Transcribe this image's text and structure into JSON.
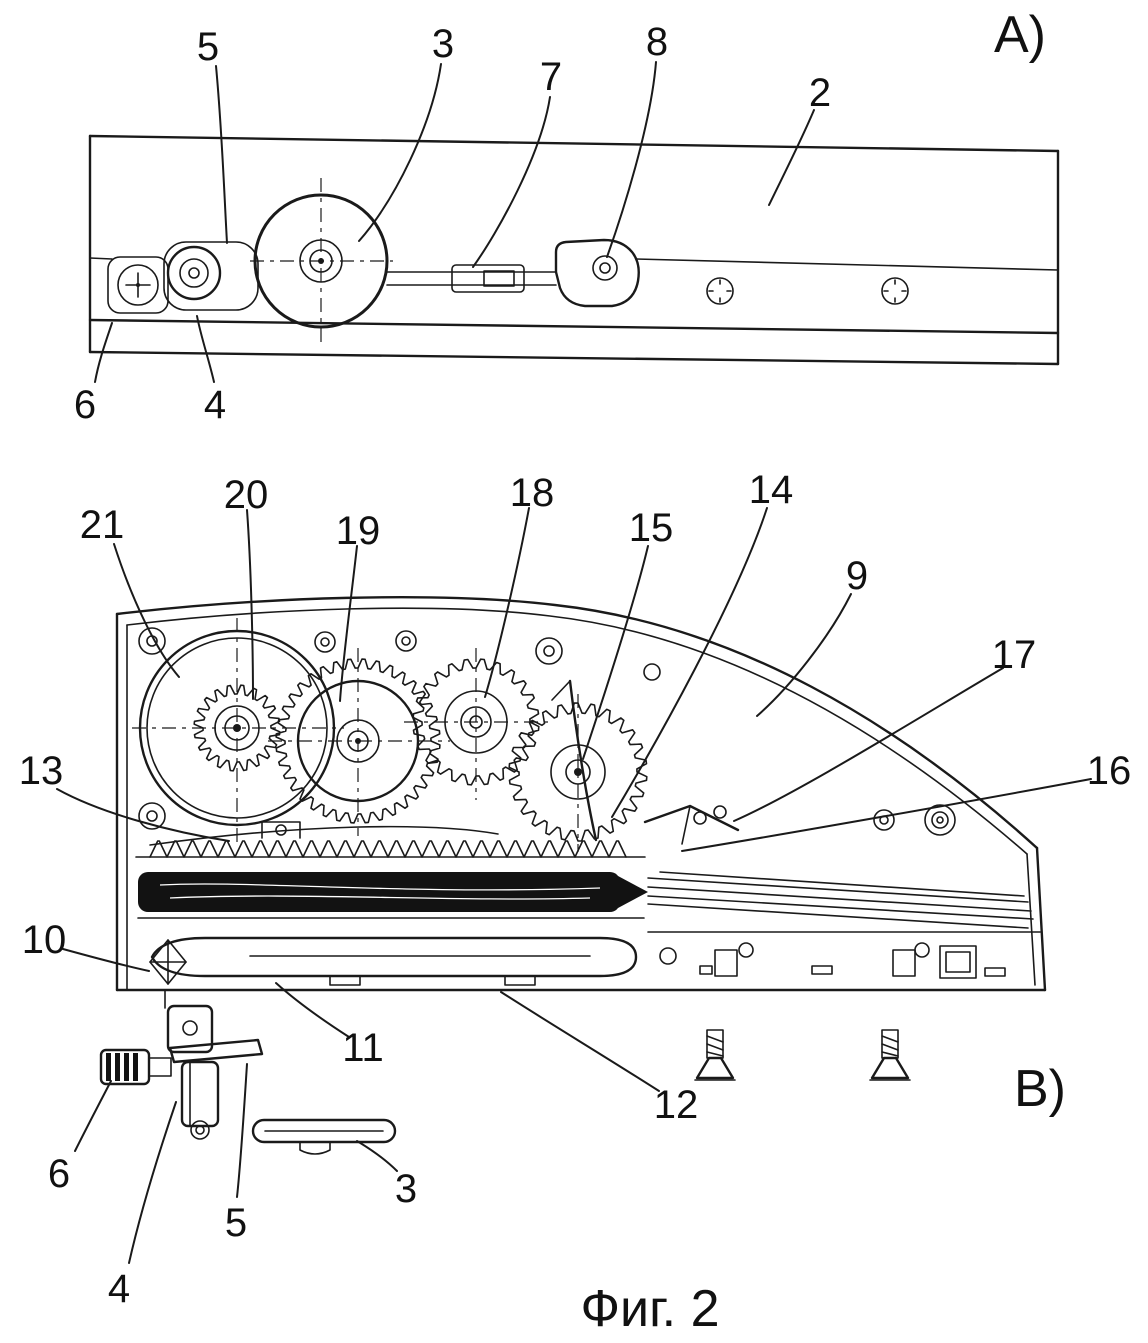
{
  "figure": {
    "caption": "Фиг. 2",
    "ink_color": "#1a1a1a",
    "background_color": "#ffffff"
  },
  "view_a": {
    "label": "A)",
    "callouts": [
      "5",
      "3",
      "7",
      "8",
      "2",
      "6",
      "4"
    ]
  },
  "view_b": {
    "label": "B)",
    "callouts": [
      "21",
      "20",
      "19",
      "18",
      "15",
      "14",
      "9",
      "17",
      "16",
      "13",
      "10",
      "11",
      "12",
      "6",
      "5",
      "4",
      "3"
    ]
  }
}
